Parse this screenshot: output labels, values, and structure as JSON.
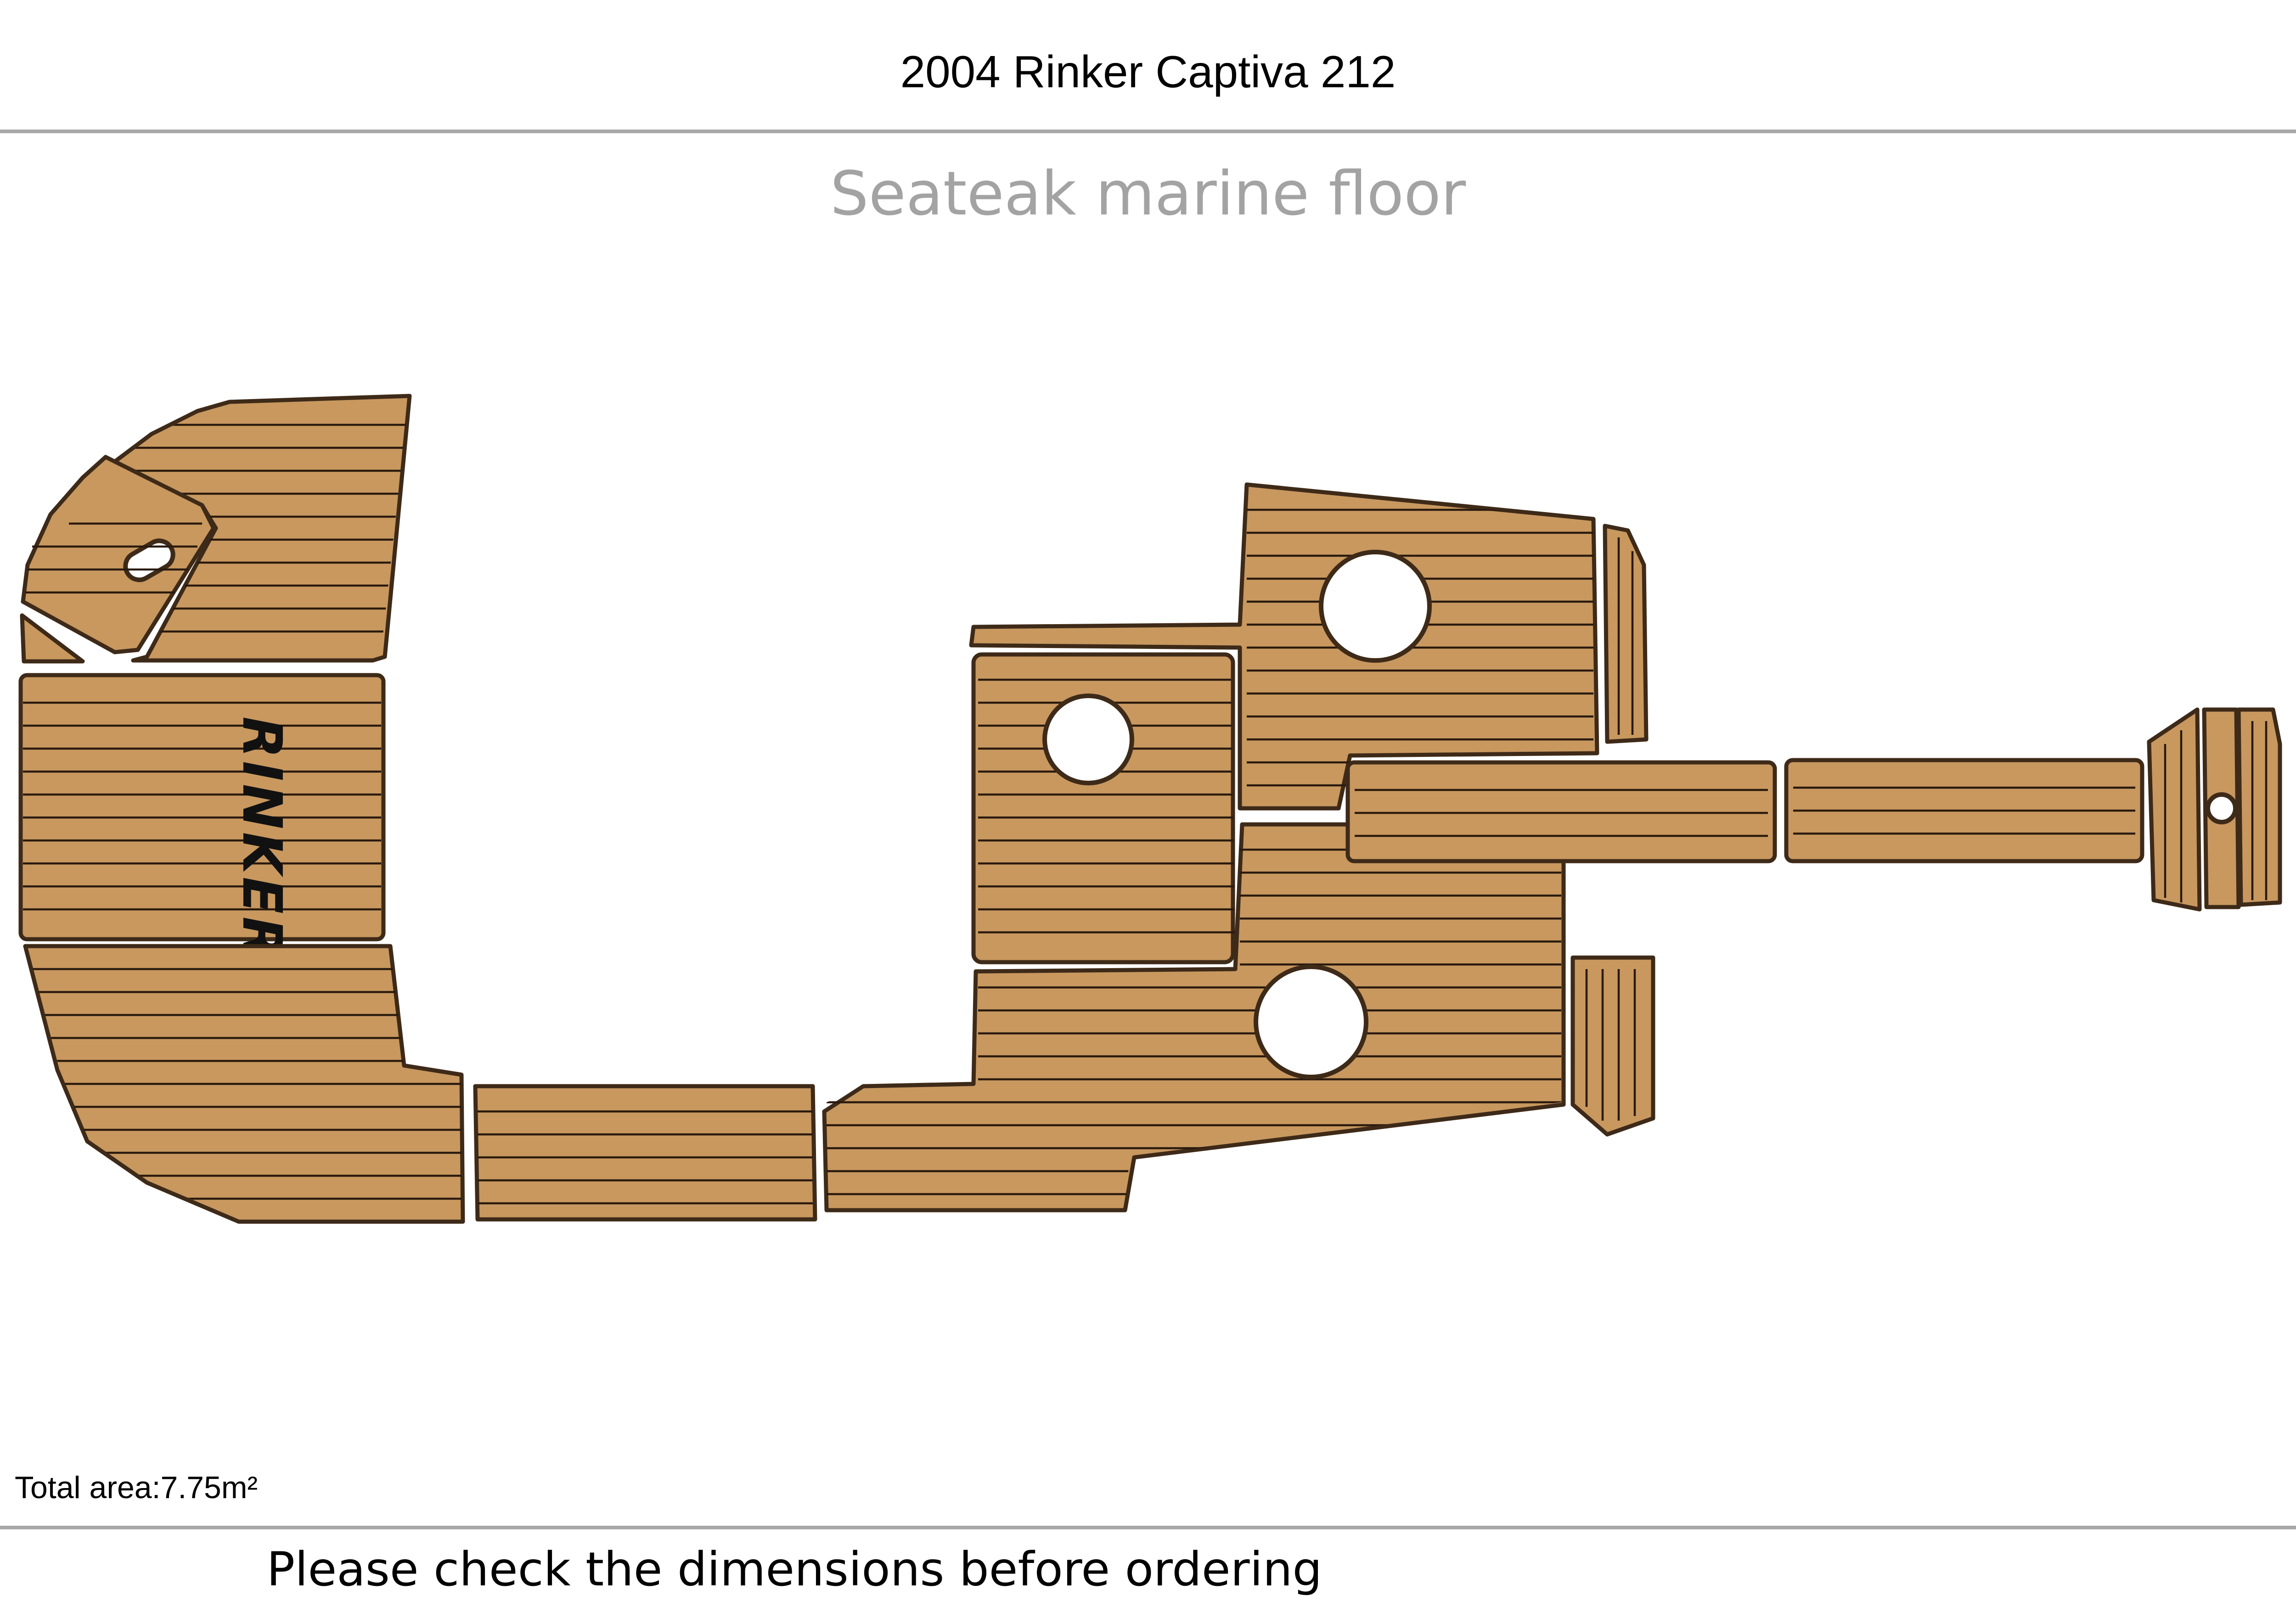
{
  "header": {
    "title": "2004 Rinker Captiva 212",
    "subtitle": "Seateak marine floor"
  },
  "diagram": {
    "material_color": "#c8985f",
    "outline_color": "#3e2a18",
    "groove_color": "#2a1a0e",
    "logo_text": "RINKER"
  },
  "info": {
    "total_area": "Total area:7.75m²"
  },
  "footer": {
    "note": "Please check the dimensions before ordering"
  }
}
